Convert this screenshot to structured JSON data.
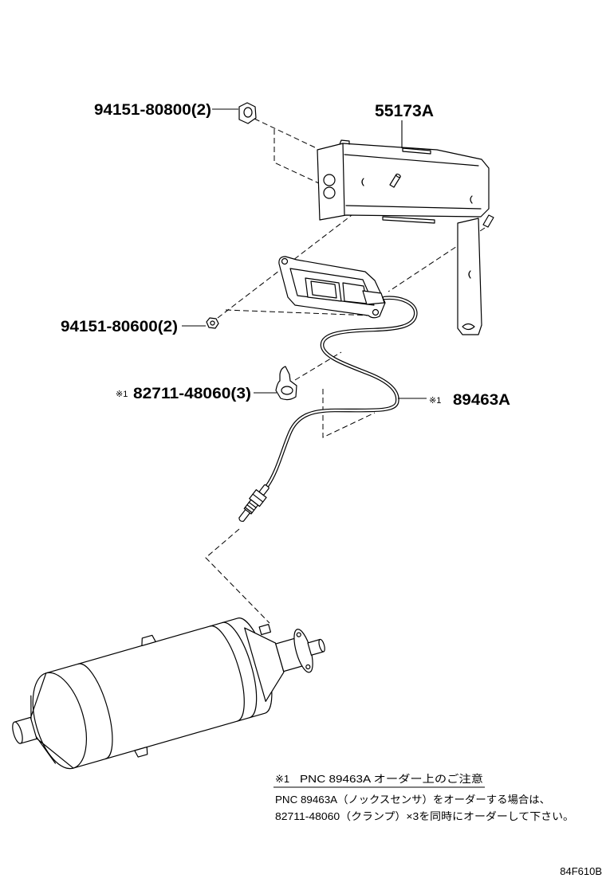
{
  "callouts": {
    "bolt_80800": "94151-80800(2)",
    "bracket_55173a": "55173A",
    "nut_80600": "94151-80600(2)",
    "clamp_mark": "※1",
    "clamp_82711": "82711-48060(3)",
    "sensor_mark": "※1",
    "sensor_89463a": "89463A"
  },
  "note": {
    "mark": "※1",
    "heading": "PNC 89463A オーダー上のご注意",
    "lines": [
      "PNC 89463A（ノックスセンサ）をオーダーする場合は、",
      "82711-48060（クランプ）×3を同時にオーダーして下さい。"
    ]
  },
  "figure_code": "84F610B",
  "colors": {
    "line": "#000000",
    "background": "#ffffff"
  }
}
